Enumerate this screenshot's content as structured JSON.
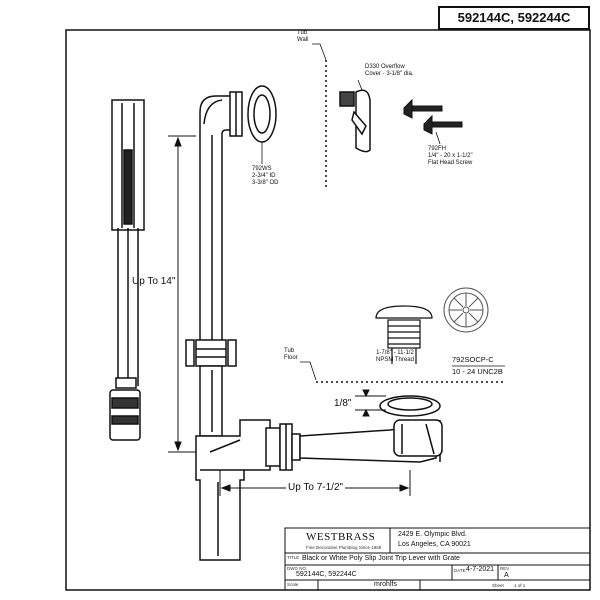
{
  "header": {
    "part_numbers": "592144C, 592244C"
  },
  "labels": {
    "tub_wall": [
      "Tub",
      "Wall"
    ],
    "overflow_cover": [
      "D330 Overflow",
      "Cover - 3-1/8\" dia."
    ],
    "screw": [
      "792FH",
      "1/4\" - 20 x 1-1/2\"",
      "Flat Head Screw"
    ],
    "washer": [
      "792WS",
      "2-3/4\" ID",
      "3-3/8\" OD"
    ],
    "tub_floor": [
      "Tub",
      "Floor"
    ],
    "thread": [
      "1-7/8\" - 11-1/2",
      "NPSM Thread"
    ],
    "stopper_part": "792SOCP-C",
    "stopper_thread": "10 - 24 UNC2B",
    "dim_height": "Up To 14\"",
    "dim_gap": "1/8\"",
    "dim_width": "Up To 7-1/2\""
  },
  "title_block": {
    "brand": "WESTBRASS",
    "tagline": "Fine Decorative Plumbing Since 1958",
    "address_line1": "2429 E. Olympic Blvd.",
    "address_line2": "Los Angeles, CA 90021",
    "title_label": "TITLE",
    "title": "Black or White Poly Slip Joint Trip Lever with Grate",
    "dwg_label": "DWG NO.",
    "dwg_no": "592144C, 592244C",
    "date_label": "DATE",
    "date": "4-7-2021",
    "rev_label": "REV",
    "rev": "A",
    "scale_label": "Scale",
    "drawn_by": "mrohlfs",
    "sheet_label": "Sheet",
    "sheet_of": "1 of 1"
  }
}
